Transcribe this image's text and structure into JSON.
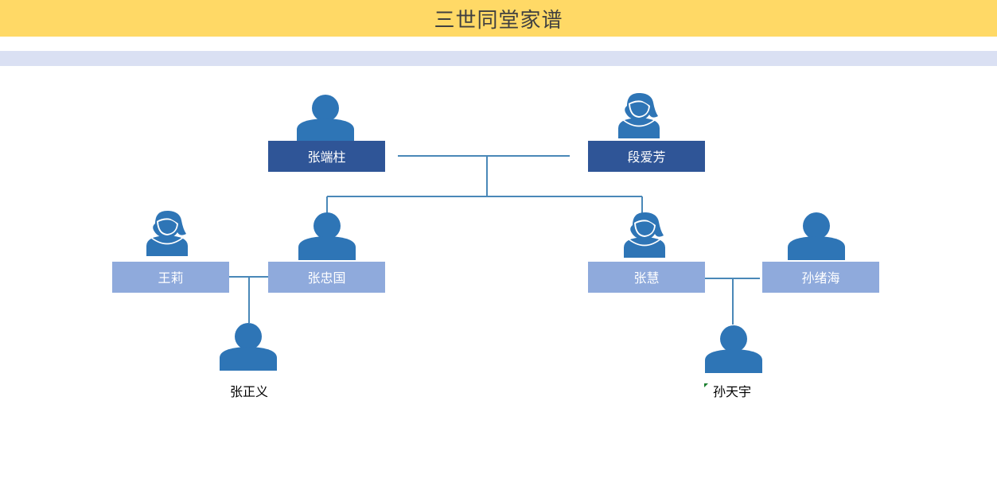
{
  "title": "三世同堂家谱",
  "colors": {
    "title_bar": "#ffd966",
    "sub_bar": "#dae0f3",
    "grandparent_box": "#2f5597",
    "parent_box": "#8faadc",
    "person_icon": "#2e75b6",
    "connector": "#4a88b8"
  },
  "members": {
    "grandfather": {
      "name": "张端柱",
      "gender": "male",
      "icon": "male-person-icon"
    },
    "grandmother": {
      "name": "段爱芳",
      "gender": "female",
      "icon": "female-person-icon"
    },
    "wang_li": {
      "name": "王莉",
      "gender": "female",
      "icon": "female-person-icon"
    },
    "zhang_zhongguo": {
      "name": "张忠国",
      "gender": "male",
      "icon": "male-person-icon"
    },
    "zhang_hui": {
      "name": "张慧",
      "gender": "female",
      "icon": "female-person-icon"
    },
    "sun_xuhai": {
      "name": "孙绪海",
      "gender": "male",
      "icon": "male-person-icon"
    },
    "zhang_zhengyi": {
      "name": "张正义",
      "gender": "male",
      "icon": "male-person-icon"
    },
    "sun_tianyu": {
      "name": "孙天宇",
      "gender": "male",
      "icon": "male-person-icon"
    }
  }
}
